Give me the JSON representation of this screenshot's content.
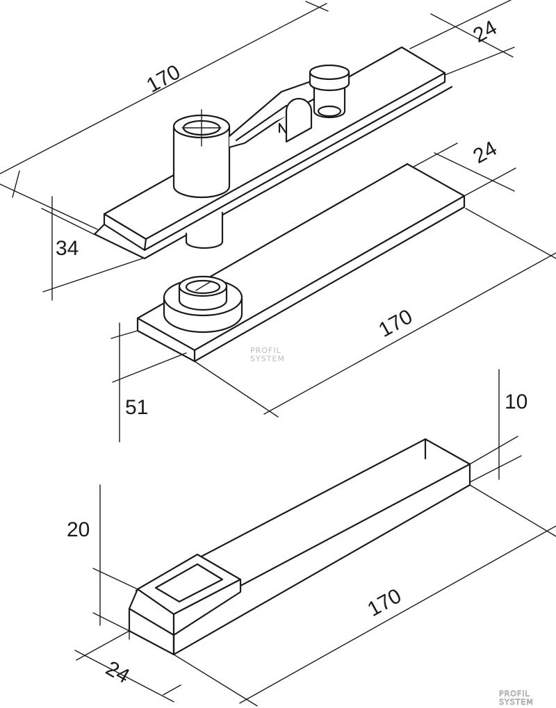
{
  "parts": {
    "top_hinge": {
      "length": "170",
      "width": "24",
      "height": "34"
    },
    "middle_plate": {
      "width": "24",
      "length": "170",
      "height": "51"
    },
    "bottom_block": {
      "height_small": "10",
      "height": "20",
      "length": "170",
      "width": "24"
    }
  },
  "watermark": {
    "line1": "PROFIL",
    "line2": "SYSTEM"
  }
}
